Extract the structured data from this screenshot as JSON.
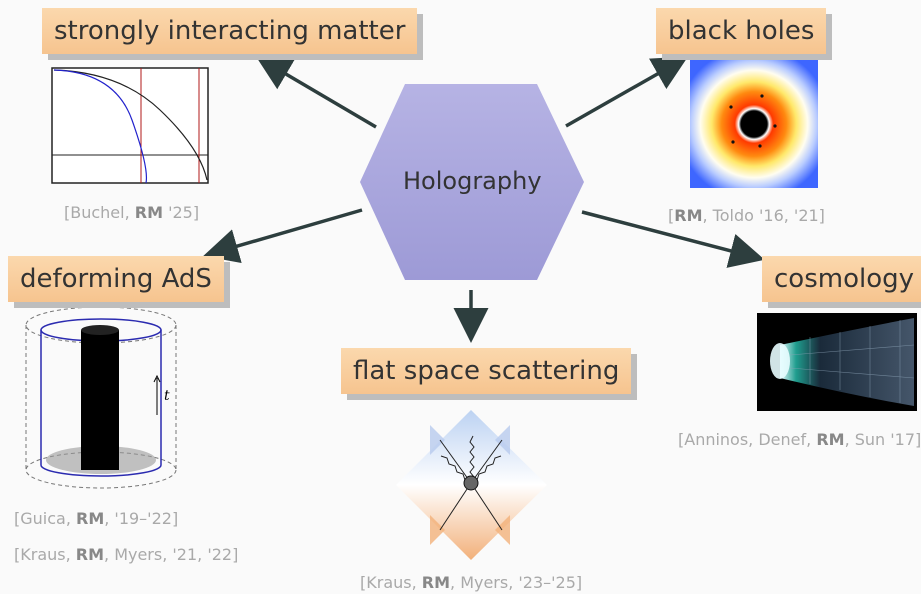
{
  "center": {
    "label": "Holography"
  },
  "topics": [
    {
      "id": "strong",
      "label": "strongly interacting matter"
    },
    {
      "id": "blackholes",
      "label": "black holes"
    },
    {
      "id": "ads",
      "label": "deforming AdS"
    },
    {
      "id": "cosmo",
      "label": "cosmology"
    },
    {
      "id": "flat",
      "label": "flat space scattering"
    }
  ],
  "citations": {
    "buchel": {
      "pre": "[Buchel, ",
      "rm": "RM",
      "post": " '25]"
    },
    "toldo": {
      "pre": "[",
      "rm": "RM",
      "post": ", Toldo '16, '21]"
    },
    "anninos": {
      "pre": "[Anninos, Denef, ",
      "rm": "RM",
      "post": ", Sun '17]"
    },
    "guica": {
      "pre": "[Guica, ",
      "rm": "RM",
      "post": ", '19–'22]"
    },
    "kraus1": {
      "pre": "[Kraus, ",
      "rm": "RM",
      "post": ", Myers, '21, '22]"
    },
    "kraus2": {
      "pre": "[Kraus, ",
      "rm": "RM",
      "post": ", Myers, '23–'25]"
    }
  },
  "figure_text": {
    "cylinder_axis": "t"
  },
  "colors": {
    "box_top": "#fbd8ad",
    "box_bottom": "#f6c48f",
    "hexagon": "#a9a6dc",
    "arrow": "#2d3e3e"
  }
}
